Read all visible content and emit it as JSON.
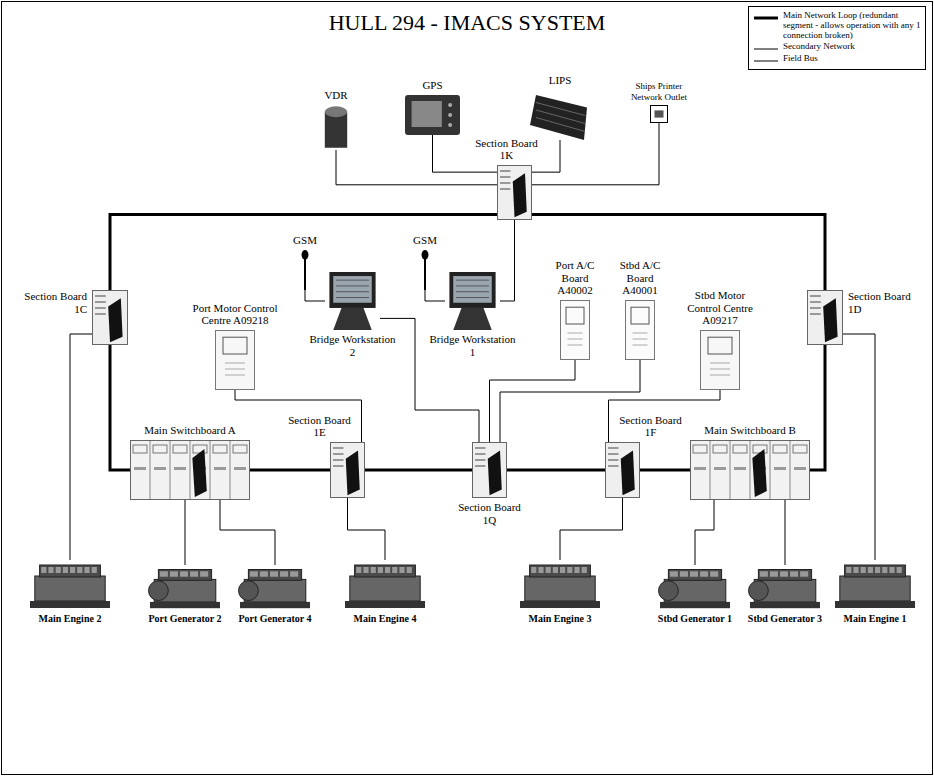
{
  "diagram": {
    "title": "HULL 294 - IMACS SYSTEM",
    "nodes": [
      {
        "text": [
          "VDR"
        ]
      },
      {
        "text": [
          "GPS"
        ]
      },
      {
        "text": [
          "LIPS"
        ]
      },
      {
        "text": [
          "Ships Printer Network Outlet"
        ]
      },
      {
        "text": [
          "Section Board 1K"
        ]
      },
      {
        "text": [
          "GSM"
        ]
      },
      {
        "text": [
          "GSM"
        ]
      },
      {
        "text": [
          "Section Board 1C"
        ]
      },
      {
        "text": [
          "Section Board 1D"
        ]
      },
      {
        "text": [
          "Bridge Workstation 2"
        ]
      },
      {
        "text": [
          "Bridge Workstation 1"
        ]
      },
      {
        "text": [
          "Port Motor Control Centre A09218"
        ]
      },
      {
        "text": [
          "Port A/C Board A40002"
        ]
      },
      {
        "text": [
          "Stbd A/C Board A40001"
        ]
      },
      {
        "text": [
          "Stbd Motor Control Centre A09217"
        ]
      },
      {
        "text": [
          "Main Switchboard A"
        ]
      },
      {
        "text": [
          "Section Board 1E"
        ]
      },
      {
        "text": [
          "Section Board 1Q"
        ]
      },
      {
        "text": [
          "Section Board 1F"
        ]
      },
      {
        "text": [
          "Main Switchboard B"
        ]
      },
      {
        "text": [
          "Main Engine 2"
        ]
      },
      {
        "text": [
          "Port Generator 2"
        ]
      },
      {
        "text": [
          "Port Generator 4"
        ]
      },
      {
        "text": [
          "Main Engine 4"
        ]
      },
      {
        "text": [
          "Main Engine 3"
        ]
      },
      {
        "text": [
          "Stbd Generator 1"
        ]
      },
      {
        "text": [
          "Stbd Generator 3"
        ]
      },
      {
        "text": [
          "Main Engine 1"
        ]
      }
    ],
    "edges": [
      {
        "from": 4,
        "to": 7,
        "arrow": "none"
      },
      {
        "from": 4,
        "to": 8,
        "arrow": "none"
      },
      {
        "from": 7,
        "to": 15,
        "arrow": "none"
      },
      {
        "from": 15,
        "to": 16,
        "arrow": "none"
      },
      {
        "from": 16,
        "to": 17,
        "arrow": "none"
      },
      {
        "from": 17,
        "to": 18,
        "arrow": "none"
      },
      {
        "from": 18,
        "to": 19,
        "arrow": "none"
      },
      {
        "from": 8,
        "to": 19,
        "arrow": "none"
      },
      {
        "from": 0,
        "to": 4,
        "arrow": "none"
      },
      {
        "from": 1,
        "to": 4,
        "arrow": "none"
      },
      {
        "from": 2,
        "to": 4,
        "arrow": "none"
      },
      {
        "from": 3,
        "to": 4,
        "arrow": "none"
      },
      {
        "from": 10,
        "to": 4,
        "arrow": "none"
      },
      {
        "from": 9,
        "to": 17,
        "arrow": "none"
      },
      {
        "from": 11,
        "to": 16,
        "arrow": "none"
      },
      {
        "from": 12,
        "to": 17,
        "arrow": "none"
      },
      {
        "from": 13,
        "to": 17,
        "arrow": "none"
      },
      {
        "from": 14,
        "to": 18,
        "arrow": "none"
      },
      {
        "from": 5,
        "to": 9,
        "arrow": "none"
      },
      {
        "from": 6,
        "to": 10,
        "arrow": "none"
      },
      {
        "from": 7,
        "to": 20,
        "arrow": "none"
      },
      {
        "from": 15,
        "to": 21,
        "arrow": "none"
      },
      {
        "from": 15,
        "to": 22,
        "arrow": "none"
      },
      {
        "from": 16,
        "to": 23,
        "arrow": "none"
      },
      {
        "from": 18,
        "to": 24,
        "arrow": "none"
      },
      {
        "from": 19,
        "to": 25,
        "arrow": "none"
      },
      {
        "from": 19,
        "to": 26,
        "arrow": "none"
      },
      {
        "from": 8,
        "to": 27,
        "arrow": "none"
      }
    ],
    "legend": [
      {
        "text": "Main Network Loop (redundant segment - allows operation with any 1 connection broken)"
      },
      {
        "text": "Secondary Network"
      },
      {
        "text": "Field Bus"
      }
    ]
  }
}
